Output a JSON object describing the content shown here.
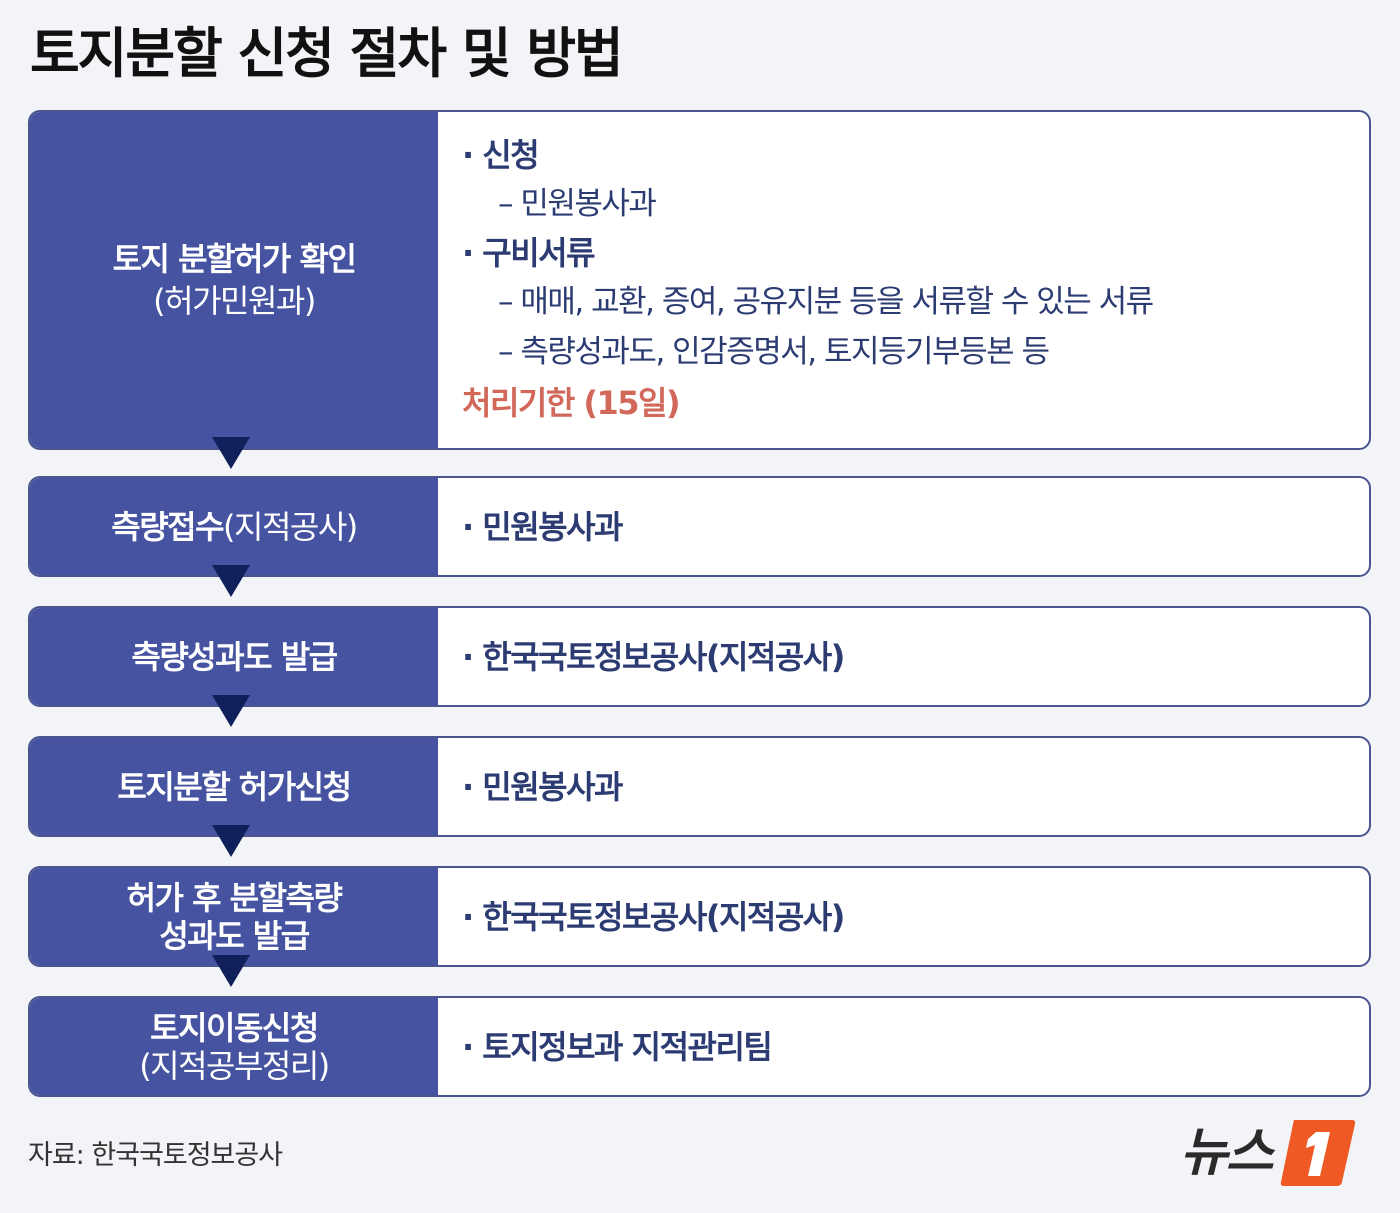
{
  "title": "토지분할 신청 절차 및 방법",
  "steps": [
    {
      "label_main": "토지 분할허가 확인",
      "label_sub": "(허가민원과)",
      "items": [
        {
          "head": "· 신청",
          "subs": [
            "– 민원봉사과"
          ]
        },
        {
          "head": "· 구비서류",
          "subs": [
            "– 매매, 교환, 증여, 공유지분 등을 서류할 수 있는 서류",
            "– 측량성과도, 인감증명서, 토지등기부등본 등"
          ]
        }
      ],
      "deadline": "처리기한 (15일)"
    },
    {
      "label_main": "측량접수",
      "label_sub": "(지적공사)",
      "text": "· 민원봉사과"
    },
    {
      "label_main": "측량성과도 발급",
      "text": "· 한국국토정보공사(지적공사)"
    },
    {
      "label_main": "토지분할 허가신청",
      "text": "· 민원봉사과"
    },
    {
      "label_main": "허가 후 분할측량",
      "label_sub": "성과도 발급",
      "text": "· 한국국토정보공사(지적공사)"
    },
    {
      "label_main": "토지이동신청",
      "label_sub": "(지적공부정리)",
      "text": "· 토지정보과 지적관리팀"
    }
  ],
  "source": "자료: 한국국토정보공사",
  "logo": {
    "text": "뉴스",
    "mark": "1"
  },
  "colors": {
    "box": "#4553a0",
    "arrow": "#10205a",
    "deadline": "#d2685a",
    "logo_accent": "#ef5a24"
  }
}
